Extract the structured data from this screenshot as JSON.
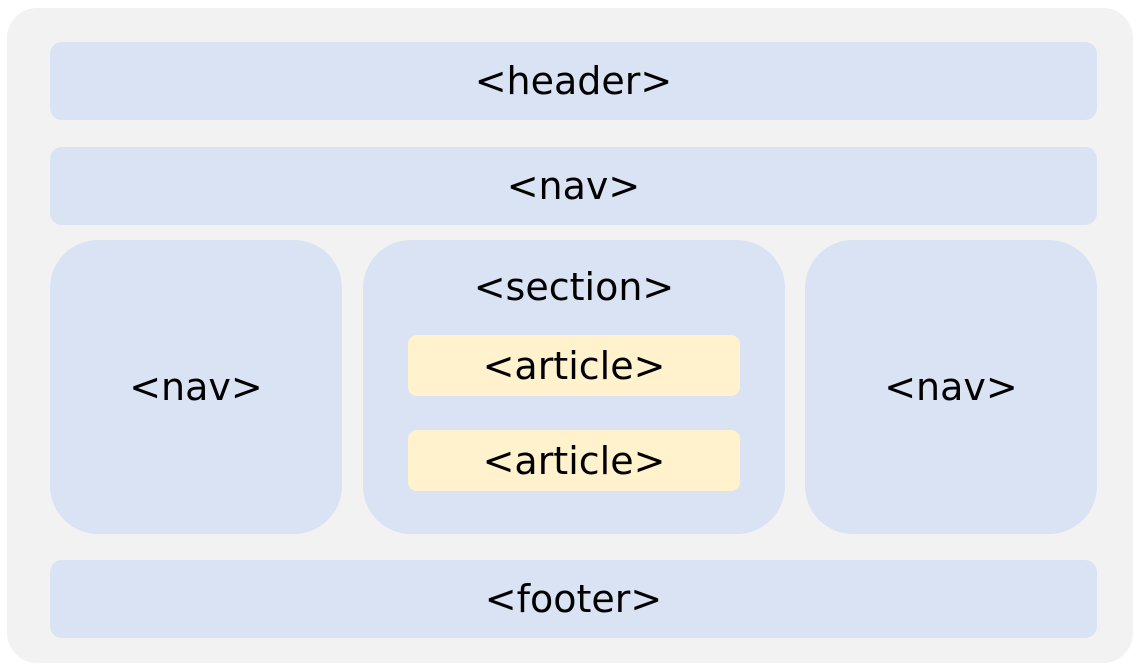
{
  "diagram": {
    "header": "<header>",
    "nav_top": "<nav>",
    "nav_left": "<nav>",
    "section": {
      "label": "<section>",
      "articles": [
        "<article>",
        "<article>"
      ]
    },
    "nav_right": "<nav>",
    "footer": "<footer>"
  },
  "colors": {
    "frame": "#f2f2f2",
    "block": "#dae3f3",
    "article": "#fff2cc"
  }
}
